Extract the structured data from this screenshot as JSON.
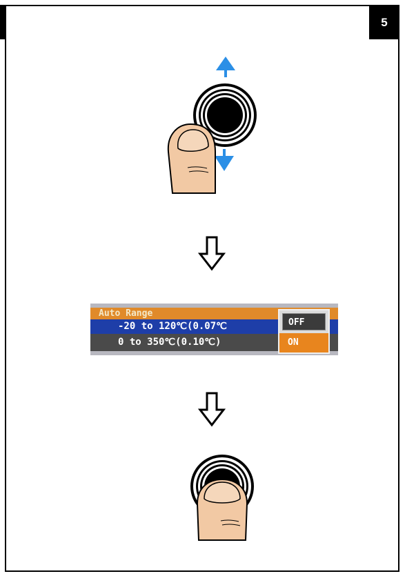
{
  "page": {
    "step_number": "5"
  },
  "colors": {
    "arrow_accent": "#2b8fe6",
    "skin": "#f2c9a4",
    "lcd_title_bg": "#e08a2a",
    "lcd_selected_bg": "#1e3ea8",
    "lcd_row_bg": "#4a4a4a",
    "popup_on_bg": "#e8851e"
  },
  "steps": [
    {
      "icon": "rotate-knob-up-down-icon"
    },
    {
      "icon": "arrow-down-icon"
    },
    {
      "icon": "lcd-screen"
    },
    {
      "icon": "arrow-down-icon"
    },
    {
      "icon": "press-knob-icon"
    }
  ],
  "screen": {
    "title": "Auto Range",
    "rows": [
      {
        "text": "-20 to 120℃(0.07℃",
        "selected": true
      },
      {
        "text": "0 to 350℃(0.10℃)",
        "selected": false
      }
    ],
    "popup": {
      "options": [
        "OFF",
        "ON"
      ],
      "selected": "ON"
    }
  }
}
